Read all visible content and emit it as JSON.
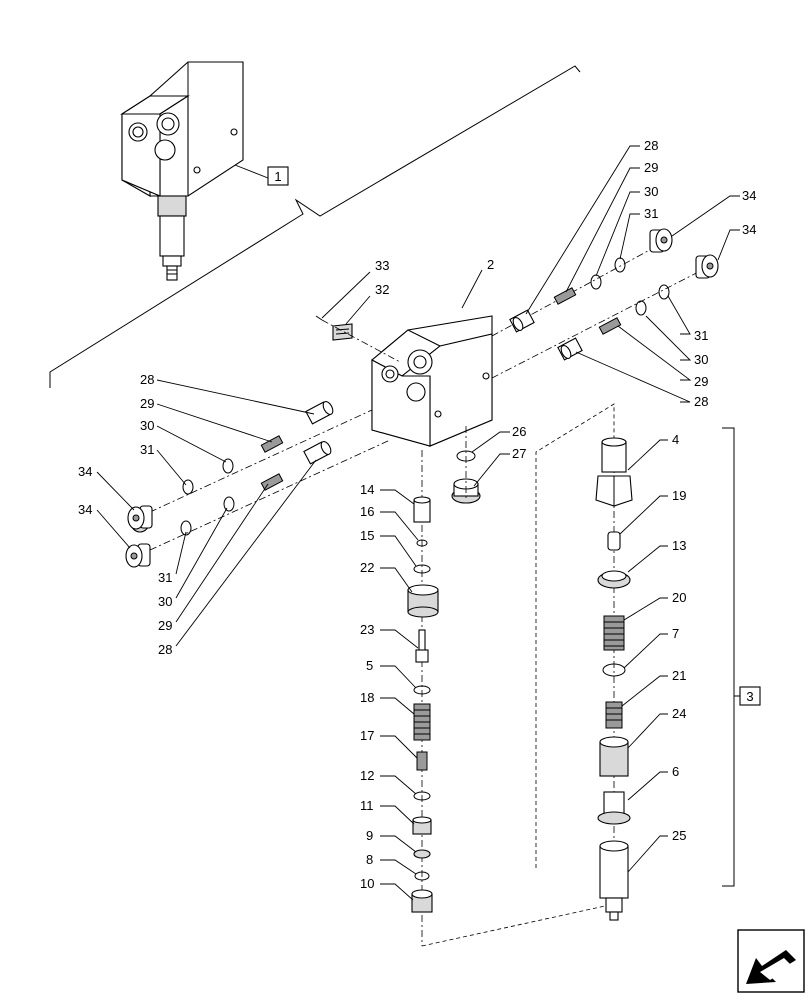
{
  "callouts": [
    {
      "id": "c1",
      "text": "1",
      "boxed": true
    },
    {
      "id": "c2",
      "text": "2"
    },
    {
      "id": "c3",
      "text": "3",
      "boxed": true
    },
    {
      "id": "c4",
      "text": "4"
    },
    {
      "id": "c5",
      "text": "5"
    },
    {
      "id": "c6",
      "text": "6"
    },
    {
      "id": "c7",
      "text": "7"
    },
    {
      "id": "c8",
      "text": "8"
    },
    {
      "id": "c9",
      "text": "9"
    },
    {
      "id": "c10",
      "text": "10"
    },
    {
      "id": "c11",
      "text": "11"
    },
    {
      "id": "c12",
      "text": "12"
    },
    {
      "id": "c13",
      "text": "13"
    },
    {
      "id": "c14",
      "text": "14"
    },
    {
      "id": "c15",
      "text": "15"
    },
    {
      "id": "c16",
      "text": "16"
    },
    {
      "id": "c17",
      "text": "17"
    },
    {
      "id": "c18",
      "text": "18"
    },
    {
      "id": "c19",
      "text": "19"
    },
    {
      "id": "c20",
      "text": "20"
    },
    {
      "id": "c21",
      "text": "21"
    },
    {
      "id": "c22",
      "text": "22"
    },
    {
      "id": "c23",
      "text": "23"
    },
    {
      "id": "c24",
      "text": "24"
    },
    {
      "id": "c25",
      "text": "25"
    },
    {
      "id": "c26",
      "text": "26"
    },
    {
      "id": "c27",
      "text": "27"
    },
    {
      "id": "c28a",
      "text": "28"
    },
    {
      "id": "c29a",
      "text": "29"
    },
    {
      "id": "c30a",
      "text": "30"
    },
    {
      "id": "c31a",
      "text": "31"
    },
    {
      "id": "c34a",
      "text": "34"
    },
    {
      "id": "c34b",
      "text": "34"
    },
    {
      "id": "c31b",
      "text": "31"
    },
    {
      "id": "c30b",
      "text": "30"
    },
    {
      "id": "c29b",
      "text": "29"
    },
    {
      "id": "c28b",
      "text": "28"
    },
    {
      "id": "c33",
      "text": "33"
    },
    {
      "id": "c32",
      "text": "32"
    },
    {
      "id": "c28c",
      "text": "28"
    },
    {
      "id": "c29c",
      "text": "29"
    },
    {
      "id": "c30c",
      "text": "30"
    },
    {
      "id": "c31c",
      "text": "31"
    },
    {
      "id": "c34c",
      "text": "34"
    },
    {
      "id": "c34d",
      "text": "34"
    },
    {
      "id": "c31d",
      "text": "31"
    },
    {
      "id": "c30d",
      "text": "30"
    },
    {
      "id": "c29d",
      "text": "29"
    },
    {
      "id": "c28d",
      "text": "28"
    }
  ],
  "nav_icon": "back-arrow-icon"
}
